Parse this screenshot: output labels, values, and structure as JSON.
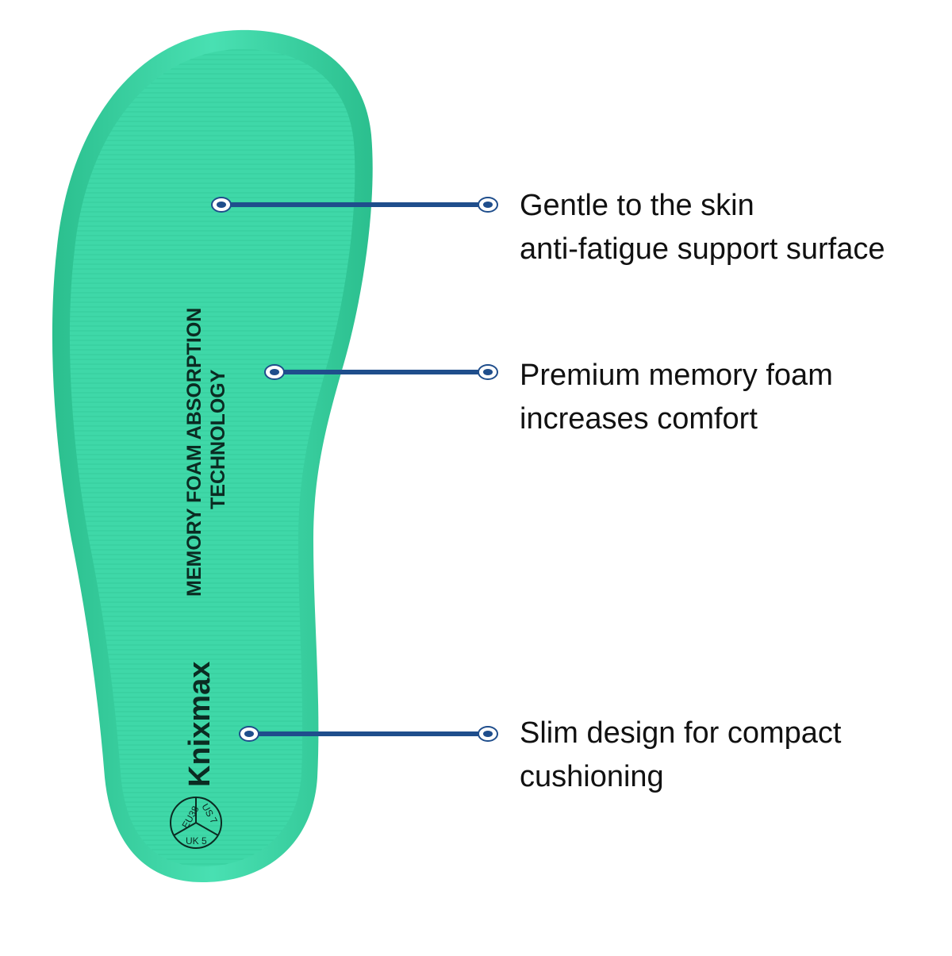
{
  "product": {
    "brand": "Knixmax",
    "print_line_1": "MEMORY FOAM ABSORPTION",
    "print_line_2": "TECHNOLOGY",
    "size_badge": {
      "eu": "EU38",
      "us": "US 7",
      "uk": "UK 5"
    },
    "insole_color": "#3fd8a8",
    "insole_edge_color": "#2fc493"
  },
  "features": [
    {
      "line1": "Gentle to the skin",
      "line2": "anti-fatigue support surface"
    },
    {
      "line1": "Premium memory foam",
      "line2": "increases comfort"
    },
    {
      "line1": "Slim design for compact",
      "line2": "cushioning"
    }
  ],
  "colors": {
    "callout_line": "#1f4e8c",
    "text": "#111111",
    "background": "#ffffff"
  }
}
